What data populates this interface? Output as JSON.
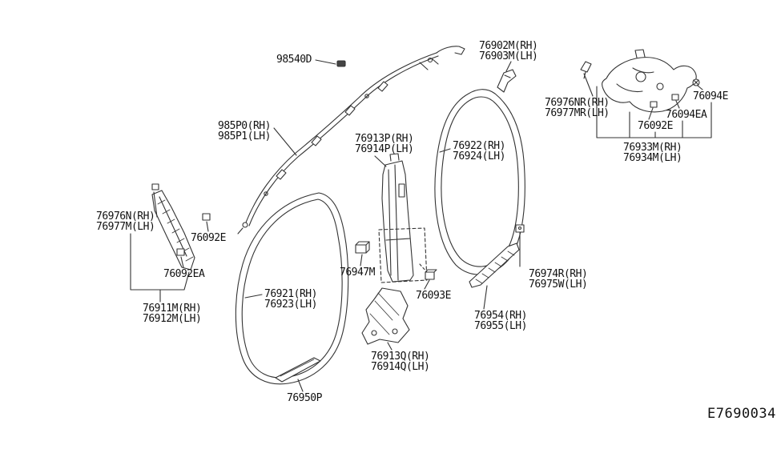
{
  "diagram": {
    "code": "E7690034",
    "colors": {
      "line": "#333333",
      "text": "#111111",
      "background": "#ffffff"
    },
    "parts": [
      {
        "ref": "98540D",
        "label": "98540D"
      },
      {
        "ref": "76902M",
        "label_rh": "76902M(RH)",
        "label_lh": "76903M(LH)"
      },
      {
        "ref": "985P0",
        "label_rh": "985P0(RH)",
        "label_lh": "985P1(LH)"
      },
      {
        "ref": "76913P",
        "label_rh": "76913P(RH)",
        "label_lh": "76914P(LH)"
      },
      {
        "ref": "76922",
        "label_rh": "76922(RH)",
        "label_lh": "76924(LH)"
      },
      {
        "ref": "76976NR",
        "label_rh": "76976NR(RH)",
        "label_lh": "76977MR(LH)"
      },
      {
        "ref": "76094E",
        "label": "76094E"
      },
      {
        "ref": "76094EA",
        "label": "76094EA"
      },
      {
        "ref": "76092E-right",
        "label": "76092E"
      },
      {
        "ref": "76933M",
        "label_rh": "76933M(RH)",
        "label_lh": "76934M(LH)"
      },
      {
        "ref": "76976N",
        "label_rh": "76976N(RH)",
        "label_lh": "76977M(LH)"
      },
      {
        "ref": "76092E-left",
        "label": "76092E"
      },
      {
        "ref": "76092EA",
        "label": "76092EA"
      },
      {
        "ref": "76911M",
        "label_rh": "76911M(RH)",
        "label_lh": "76912M(LH)"
      },
      {
        "ref": "76921",
        "label_rh": "76921(RH)",
        "label_lh": "76923(LH)"
      },
      {
        "ref": "76947M",
        "label": "76947M"
      },
      {
        "ref": "76093E",
        "label": "76093E"
      },
      {
        "ref": "76913Q",
        "label_rh": "76913Q(RH)",
        "label_lh": "76914Q(LH)"
      },
      {
        "ref": "76954",
        "label_rh": "76954(RH)",
        "label_lh": "76955(LH)"
      },
      {
        "ref": "76974R",
        "label_rh": "76974R(RH)",
        "label_lh": "76975W(LH)"
      },
      {
        "ref": "76950P",
        "label": "76950P"
      }
    ]
  }
}
